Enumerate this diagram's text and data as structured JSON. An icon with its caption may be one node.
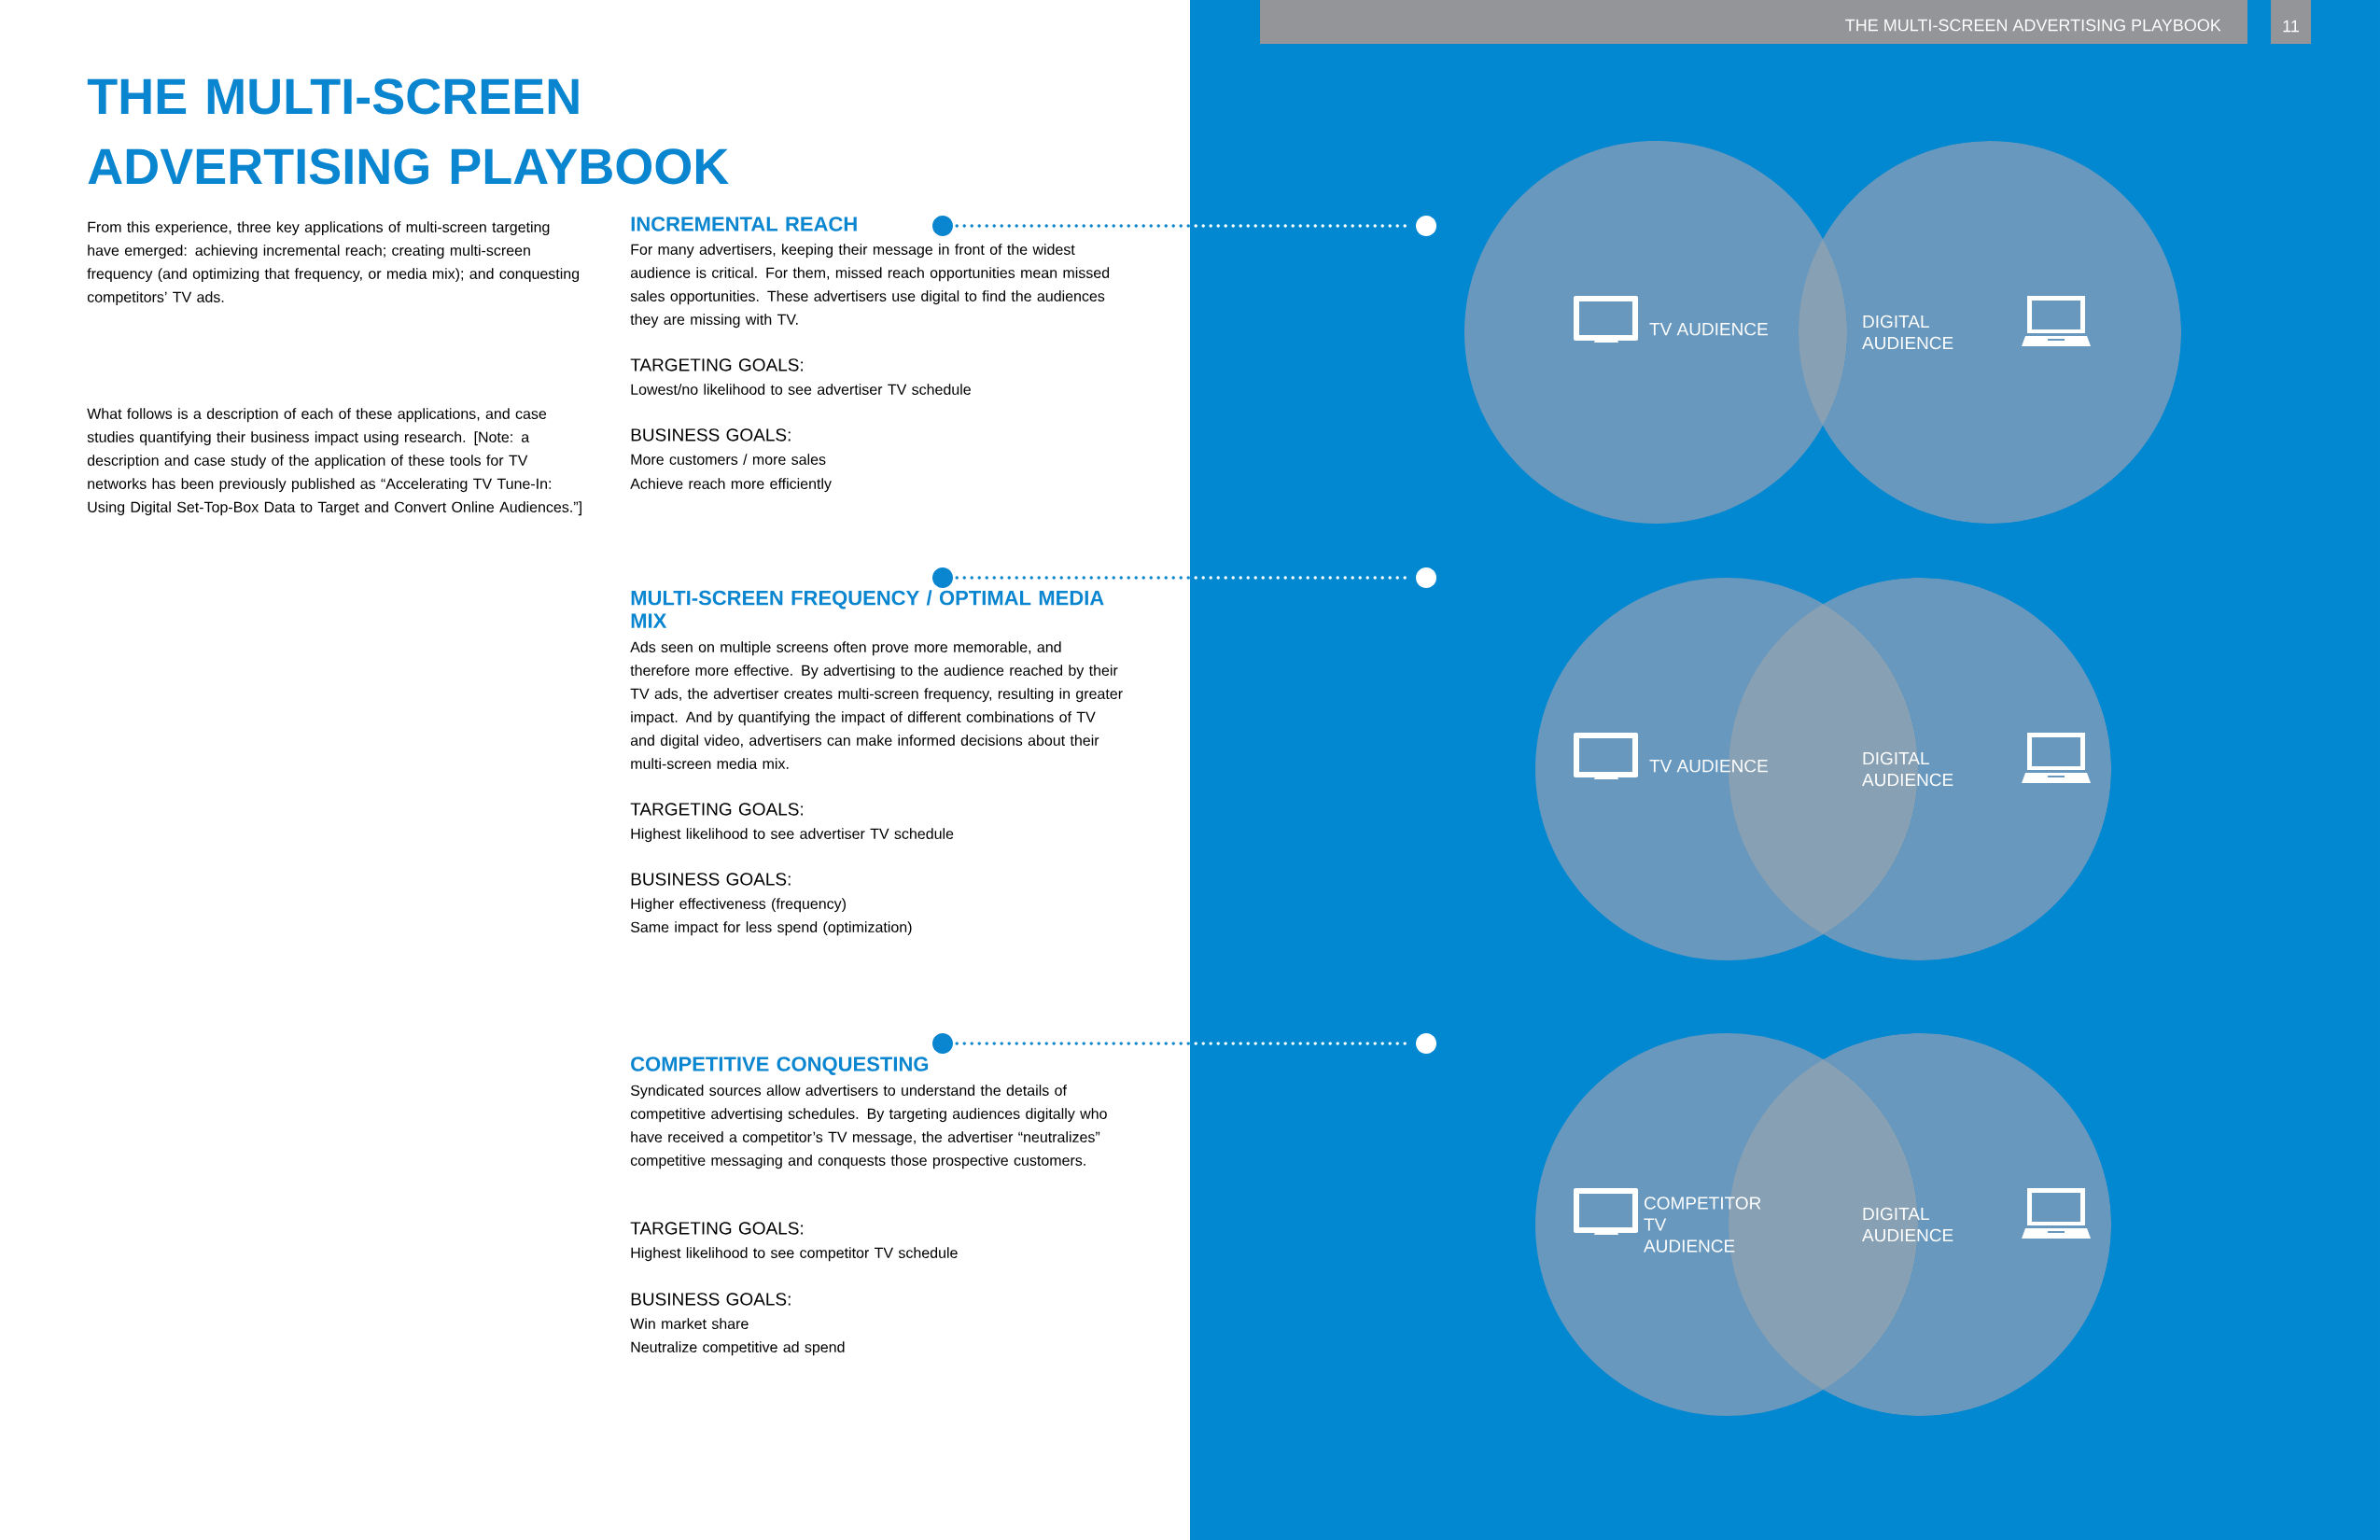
{
  "diagram": {
    "title": "THE MULTI-SCREEN ADVERTISING PLAYBOOK",
    "nodes": [
      {
        "text": [],
        "shape": "circle"
      },
      {
        "text": [],
        "shape": "circle"
      },
      {
        "text": [
          "TV AUDIENCE"
        ]
      },
      {
        "text": [
          "DIGITAL AUDIENCE"
        ]
      },
      {
        "text": [],
        "shape": "circle"
      },
      {
        "text": [],
        "shape": "circle"
      },
      {
        "text": [
          "TV AUDIENCE"
        ]
      },
      {
        "text": [
          "DIGITAL AUDIENCE"
        ]
      },
      {
        "text": [],
        "shape": "circle"
      },
      {
        "text": [],
        "shape": "circle"
      },
      {
        "text": [
          "COMPETITOR TV AUDIENCE"
        ]
      },
      {
        "text": [
          "DIGITAL AUDIENCE"
        ]
      }
    ],
    "edges": [
      {
        "from": 0,
        "to": 1,
        "arrow": "none"
      },
      {
        "from": 4,
        "to": 5,
        "arrow": "none"
      },
      {
        "from": 8,
        "to": 9,
        "arrow": "none"
      }
    ],
    "labels": [
      "THE MULTI-SCREEN ADVERTISING PLAYBOOK",
      "11",
      "From this experience, three key applications of multi-screen targeting have emerged: achieving incremental reach; creating multi-screen frequency (and optimizing that frequency, or media mix); and conquesting competitors’ TV ads.",
      "What follows is a description of each of these applications, and case studies quantifying their business impact using research. [Note: a description and case study of the application of these tools for TV networks has been previously published as “Accelerating TV Tune-In: Using Digital Set-Top-Box Data to Target and Convert Online Audiences.”]",
      "INCREMENTAL REACH",
      "For many advertisers, keeping their message in front of the widest audience is critical. For them, missed reach opportunities mean missed sales opportunities. These advertisers use digital to find the audiences they are missing with TV.",
      "TARGETING GOALS:",
      "Lowest/no likelihood to see advertiser TV schedule",
      "BUSINESS GOALS:",
      "More customers / more sales",
      "Achieve reach more efficiently",
      "MULTI-SCREEN FREQUENCY / OPTIMAL MEDIA MIX",
      "Ads seen on multiple screens often prove more memorable, and therefore more effective. By advertising to the audience reached by their TV ads, the advertiser creates multi-screen frequency, resulting in greater impact. And by quantifying the impact of different combinations of TV and digital video, advertisers can make informed decisions about their multi-screen media mix.",
      "TARGETING GOALS:",
      "Highest likelihood to see advertiser TV schedule",
      "BUSINESS GOALS:",
      "Higher effectiveness (frequency)",
      "Same impact for less spend (optimization)",
      "COMPETITIVE CONQUESTING",
      "Syndicated sources allow advertisers to understand the details of competitive advertising schedules. By targeting audiences digitally who have received a competitor’s TV message, the advertiser “neutralizes” competitive messaging and conquests those prospective customers.",
      "TARGETING GOALS:",
      "Highest likelihood to see competitor TV schedule",
      "BUSINESS GOALS:",
      "Win market share",
      "Neutralize competitive ad spend"
    ]
  }
}
